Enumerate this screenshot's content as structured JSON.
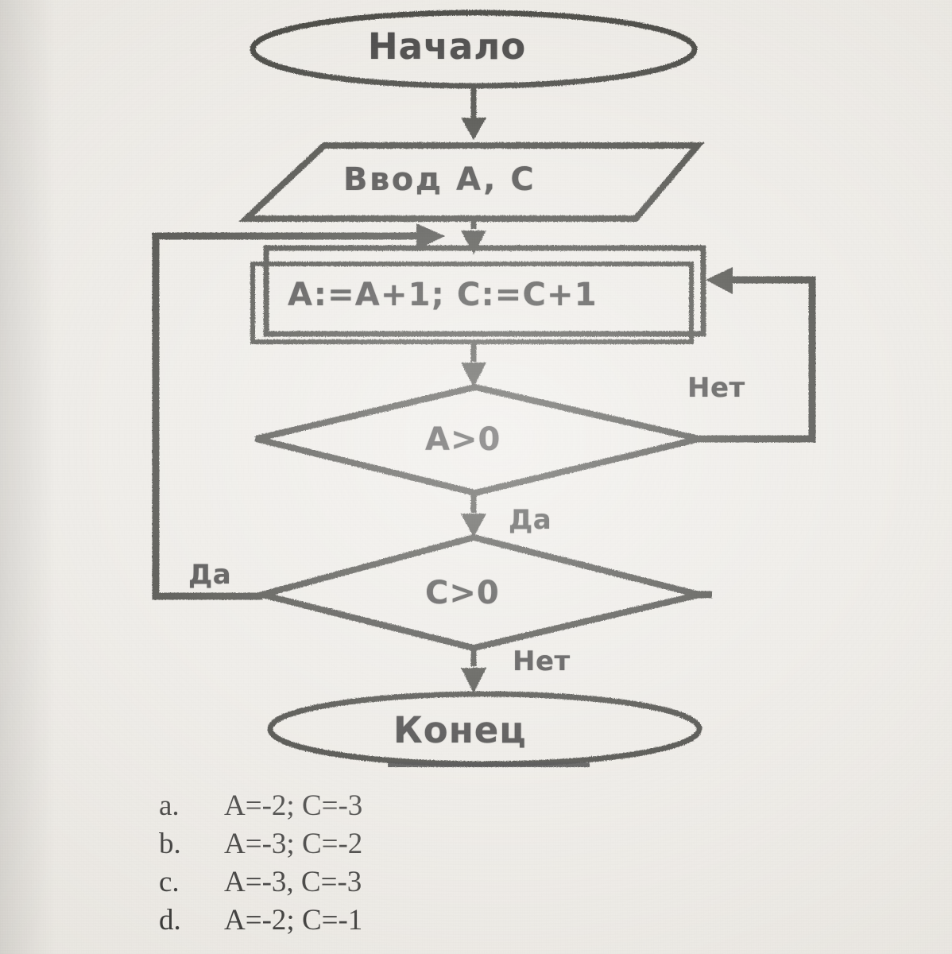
{
  "document": {
    "kind": "scanned-textbook-page",
    "language": "ru"
  },
  "flowchart": {
    "nodes": {
      "start": {
        "label": "Начало",
        "shape": "terminator-ellipse"
      },
      "input": {
        "label": "Ввод A, C",
        "shape": "parallelogram"
      },
      "process": {
        "label": "A:=A+1;  C:=C+1",
        "shape": "rectangle"
      },
      "condition1": {
        "label": "A>0",
        "shape": "diamond"
      },
      "condition2": {
        "label": "C>0",
        "shape": "diamond"
      },
      "end": {
        "label": "Конец",
        "shape": "terminator-ellipse"
      }
    },
    "edge_labels": {
      "cond1_no": "Нет",
      "cond1_yes": "Да",
      "cond2_yes": "Да",
      "cond2_no": "Нет"
    },
    "ink_color": "#1b1a18",
    "paper_color": "#e9e6e0"
  },
  "answers": {
    "options": [
      {
        "key": "a.",
        "text": "A=-2; C=-3"
      },
      {
        "key": "b.",
        "text": "A=-3; C=-2"
      },
      {
        "key": "c.",
        "text": "A=-3, C=-3"
      },
      {
        "key": "d.",
        "text": "A=-2; C=-1"
      }
    ]
  }
}
